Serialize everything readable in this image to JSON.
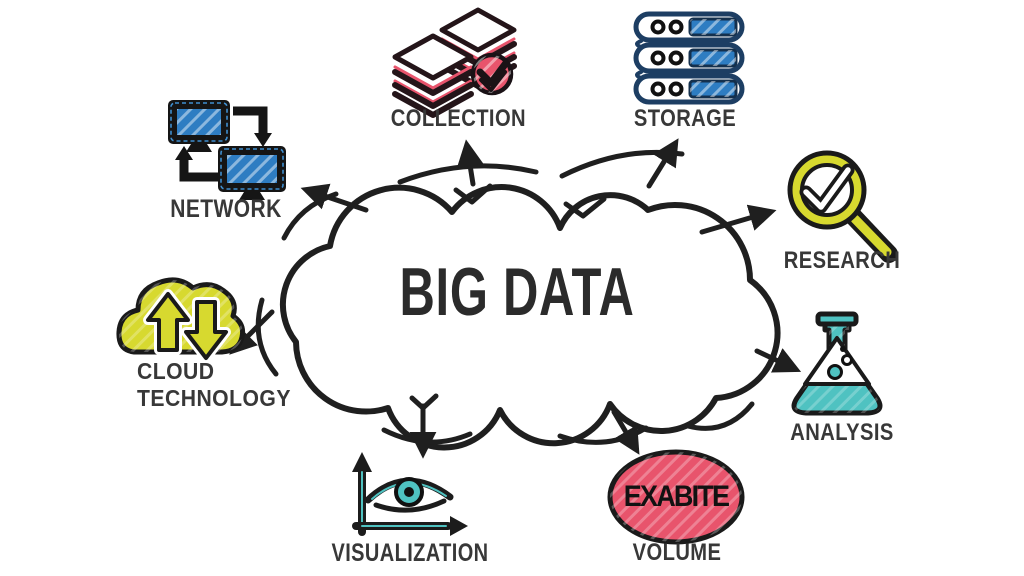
{
  "title": "BIG DATA",
  "colors": {
    "ink": "#1f1f1f",
    "blue": "#2e7dc2",
    "lime": "#d7d92f",
    "teal": "#4fc2c1",
    "red": "#e8546c",
    "label": "#383838"
  },
  "nodes": {
    "collection": {
      "label": "COLLECTION",
      "icon": "stacked-data-trays-check-icon"
    },
    "storage": {
      "label": "STORAGE",
      "icon": "server-rack-icon"
    },
    "network": {
      "label": "NETWORK",
      "icon": "connected-monitors-sync-arrows-icon"
    },
    "research": {
      "label": "RESEARCH",
      "icon": "magnifying-glass-check-icon"
    },
    "cloud_technology": {
      "label": "CLOUD TECHNOLOGY",
      "icon": "cloud-upload-download-icon"
    },
    "analysis": {
      "label": "ANALYSIS",
      "icon": "chemistry-flask-icon"
    },
    "visualization": {
      "label": "VISUALIZATION",
      "icon": "chart-axes-eye-icon"
    },
    "volume": {
      "label": "VOLUME",
      "badge": "EXABITE",
      "icon": "red-ellipse-badge-icon"
    }
  }
}
